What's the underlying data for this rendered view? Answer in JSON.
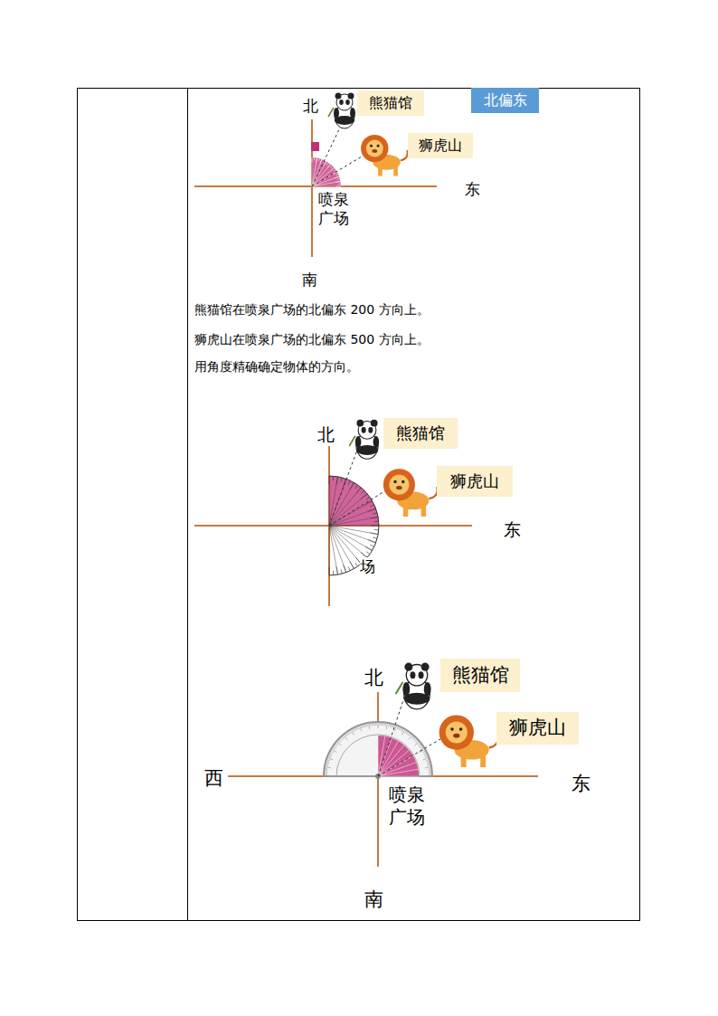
{
  "diagram": {
    "nodes": [
      {
        "text": [
          "熊猫馆"
        ]
      },
      {
        "text": [
          "北偏东"
        ]
      },
      {
        "text": [
          "狮虎山"
        ]
      },
      {
        "text": [
          "熊猫馆"
        ]
      },
      {
        "text": [
          "狮虎山"
        ]
      },
      {
        "text": [
          "熊猫馆"
        ]
      },
      {
        "text": [
          "狮虎山"
        ]
      }
    ],
    "labels": [
      "北",
      "东",
      "喷泉 广场",
      "南",
      "熊猫馆在喷泉广场的北偏东 200 方向上。",
      "狮虎山在喷泉广场的北偏东 500 方向上。",
      "用角度精确确定物体的方向。",
      "北",
      "东",
      "场",
      "北",
      "西",
      "东",
      "喷泉 广场",
      "南"
    ]
  }
}
